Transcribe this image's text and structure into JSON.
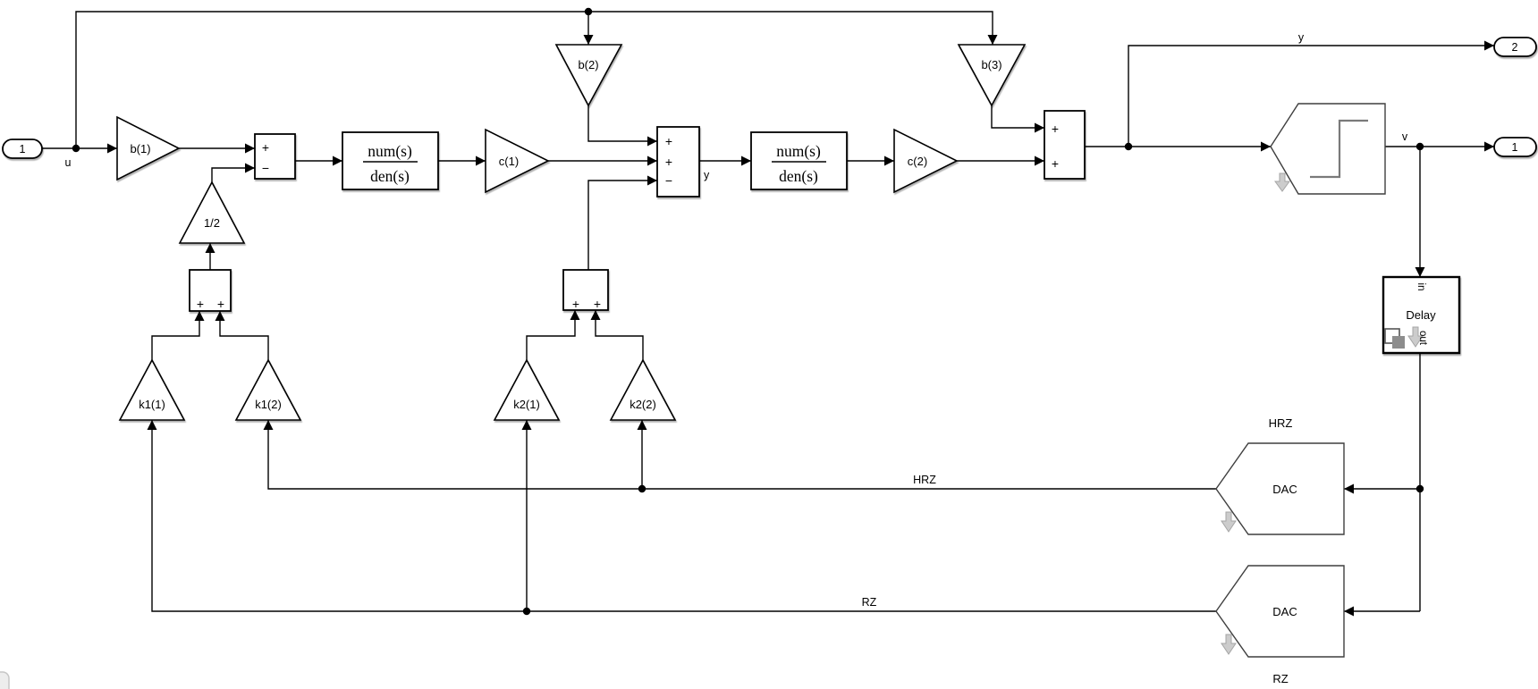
{
  "ports": {
    "input_1": "1",
    "output_v": "1",
    "output_y": "2"
  },
  "gains": {
    "b1": "b(1)",
    "b2": "b(2)",
    "b3": "b(3)",
    "c1": "c(1)",
    "c2": "c(2)",
    "half": "1/2",
    "k1_1": "k1(1)",
    "k1_2": "k1(2)",
    "k2_1": "k2(1)",
    "k2_2": "k2(2)"
  },
  "transfer_fn": {
    "num": "num(s)",
    "den": "den(s)"
  },
  "sum_signs": {
    "plus": "+",
    "minus": "−"
  },
  "wire_labels": {
    "u": "u",
    "y_state": "y",
    "y_out": "y",
    "v": "v",
    "hrz": "HRZ",
    "rz": "RZ"
  },
  "blocks": {
    "dac": "DAC",
    "dac_hrz_title": "HRZ",
    "dac_rz_title": "RZ",
    "delay": "Delay",
    "delay_in": "in",
    "delay_out": "out"
  },
  "colors": {
    "background": "#ffffff",
    "wire": "#000000",
    "pentagon_border": "#3f3f3f",
    "step_icon": "#7a7a7a",
    "variant_badge": "#cccccc"
  }
}
